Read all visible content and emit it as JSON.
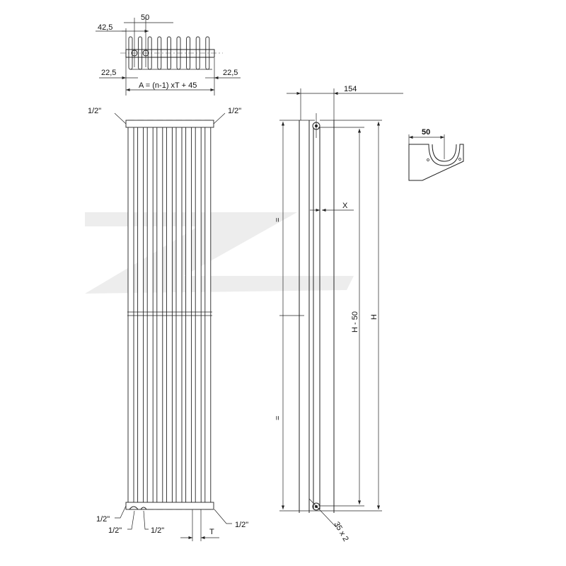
{
  "top_view": {
    "dim_pitch": "50",
    "dim_offset": "42,5",
    "dim_left": "22,5",
    "dim_right": "22,5",
    "dim_width_formula": "A = (n-1) xT + 45"
  },
  "front_view": {
    "conn_top_left": "1/2\"",
    "conn_top_right": "1/2\"",
    "conn_bottom_left": "1/2\"",
    "conn_bottom_mid1": "1/2\"",
    "conn_bottom_mid2": "1/2\"",
    "conn_bottom_right": "1/2\"",
    "dim_tube_pitch": "T",
    "tube_count": 9
  },
  "side_view": {
    "dim_depth": "154",
    "dim_x": "X",
    "dim_equal_upper": "=",
    "dim_equal_lower": "=",
    "dim_h_minus": "H - 50",
    "dim_h": "H",
    "dim_valve": "35 x 2"
  },
  "bracket": {
    "dim_width": "50"
  }
}
